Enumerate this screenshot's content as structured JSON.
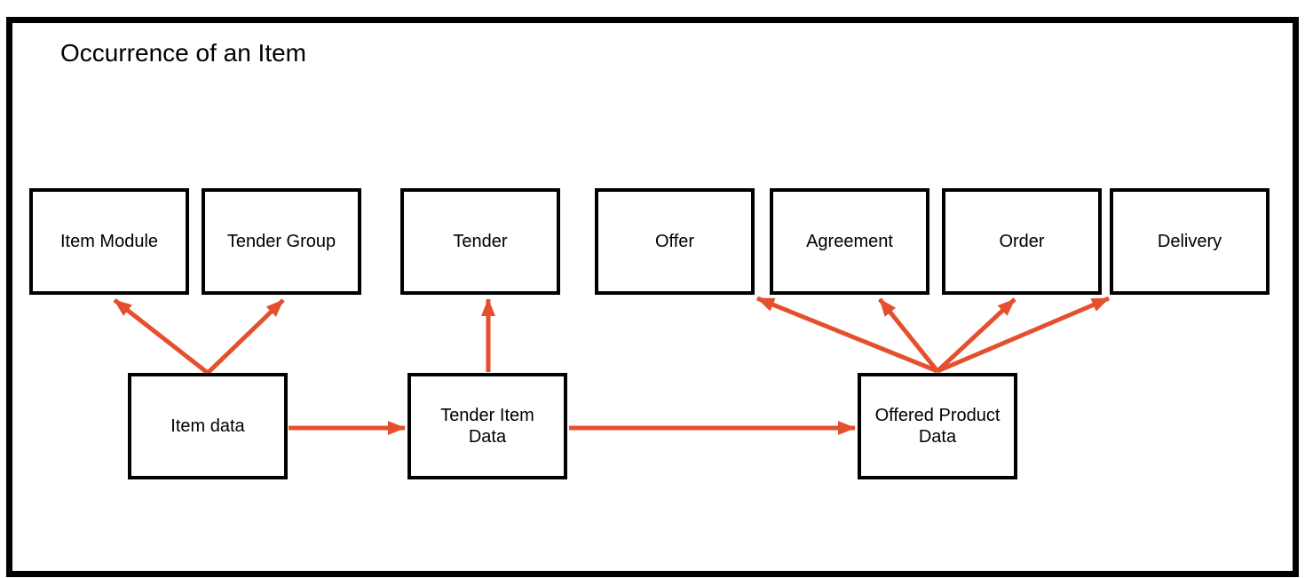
{
  "title": "Occurrence of an Item",
  "colors": {
    "arrow": "#E4502E",
    "box_border": "#000000",
    "frame_border": "#000000",
    "text": "#000000",
    "background": "#FFFFFF"
  },
  "boxes": {
    "top": [
      {
        "label": "Item Module"
      },
      {
        "label": "Tender Group"
      },
      {
        "label": "Tender"
      },
      {
        "label": "Offer"
      },
      {
        "label": "Agreement"
      },
      {
        "label": "Order"
      },
      {
        "label": "Delivery"
      }
    ],
    "bottom": [
      {
        "label": "Item data"
      },
      {
        "label": "Tender Item\nData"
      },
      {
        "label": "Offered Product\nData"
      }
    ]
  },
  "connections": [
    {
      "from": "Item data",
      "to": "Item Module"
    },
    {
      "from": "Item data",
      "to": "Tender Group"
    },
    {
      "from": "Item data",
      "to": "Tender Item Data"
    },
    {
      "from": "Tender Item Data",
      "to": "Tender"
    },
    {
      "from": "Tender Item Data",
      "to": "Offered Product Data"
    },
    {
      "from": "Offered Product Data",
      "to": "Offer"
    },
    {
      "from": "Offered Product Data",
      "to": "Agreement"
    },
    {
      "from": "Offered Product Data",
      "to": "Order"
    },
    {
      "from": "Offered Product Data",
      "to": "Delivery"
    }
  ]
}
